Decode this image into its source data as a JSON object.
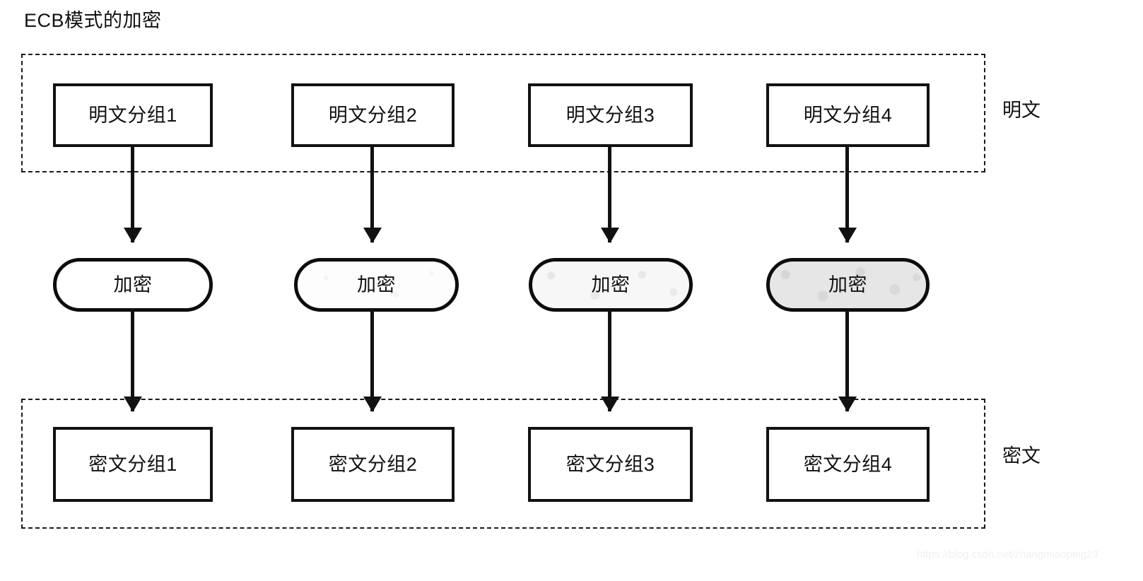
{
  "title": "ECB模式的加密",
  "groups": {
    "plaintext": {
      "side_label": "明文",
      "blocks": [
        {
          "label": "明文分组1"
        },
        {
          "label": "明文分组2"
        },
        {
          "label": "明文分组3"
        },
        {
          "label": "明文分组4"
        }
      ]
    },
    "ciphertext": {
      "side_label": "密文",
      "blocks": [
        {
          "label": "密文分组1"
        },
        {
          "label": "密文分组2"
        },
        {
          "label": "密文分组3"
        },
        {
          "label": "密文分组4"
        }
      ]
    }
  },
  "encrypt_nodes": [
    {
      "label": "加密",
      "fill": "#ffffff"
    },
    {
      "label": "加密",
      "fill": "#fdfdfd"
    },
    {
      "label": "加密",
      "fill": "#f7f7f7"
    },
    {
      "label": "加密",
      "fill": "#e6e6e6"
    }
  ],
  "colors": {
    "stroke": "#111111",
    "background": "#ffffff",
    "dashed_border": "#1a1a1a",
    "watermark": "#f1f1f1"
  },
  "watermark": "https://blog.csdn.net/zhangmiaoping23"
}
